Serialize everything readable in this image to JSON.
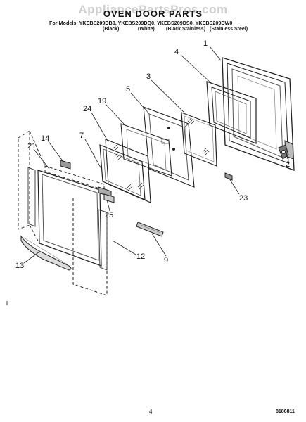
{
  "watermark": "AppliancePartsPros.com",
  "title": "OVEN DOOR PARTS",
  "models": "For Models: YKEBS209DB0, YKEBS209DQ0, YKEBS209DS0, YKEBS209DW0",
  "finishes": [
    "(Black)",
    "(White)",
    "(Black Stainless)",
    "(Stainless Steel)"
  ],
  "callouts": [
    "1",
    "4",
    "3",
    "5",
    "19",
    "24",
    "7",
    "14",
    "21",
    "2",
    "23",
    "25",
    "9",
    "12",
    "13"
  ],
  "page_number": "4",
  "document_number": "8186811"
}
